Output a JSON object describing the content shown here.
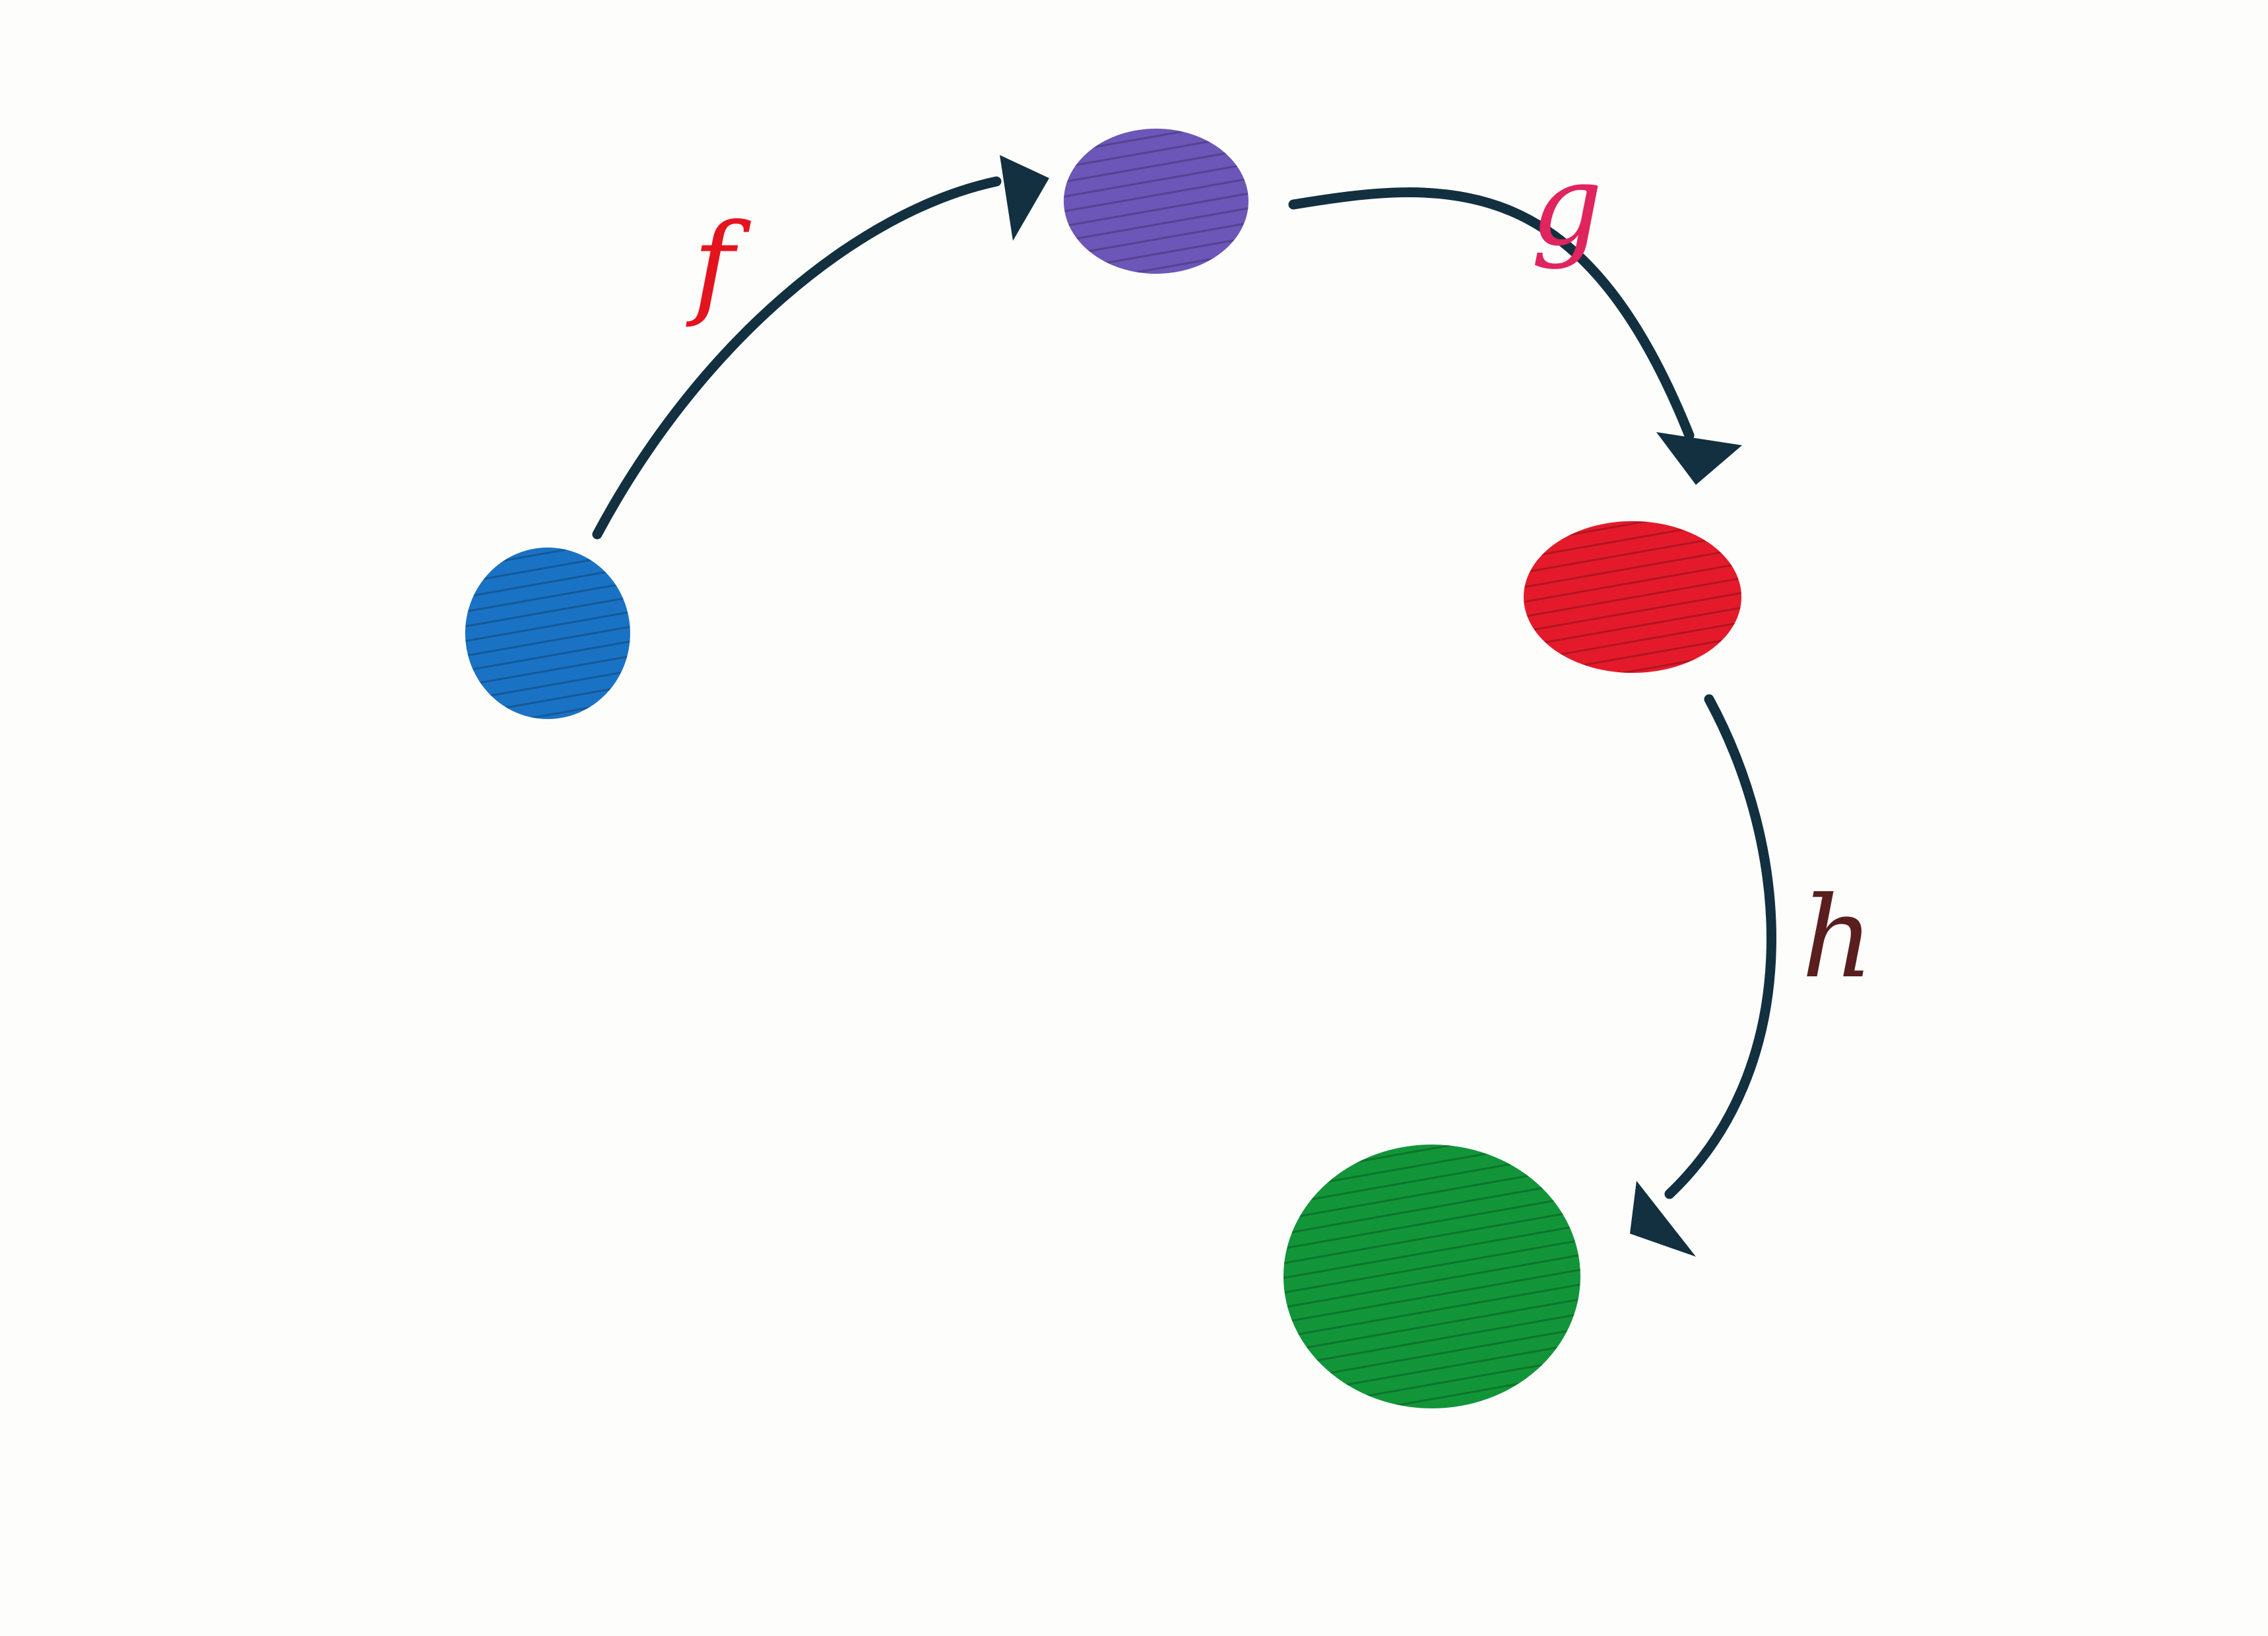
{
  "diagram": {
    "nodes": [
      {
        "id": "node-blue",
        "color": "#1a72c4"
      },
      {
        "id": "node-purple",
        "color": "#6c56b8"
      },
      {
        "id": "node-red",
        "color": "#e41a2a"
      },
      {
        "id": "node-green",
        "color": "#119538"
      }
    ],
    "edges": [
      {
        "from": "node-blue",
        "to": "node-purple",
        "label": "f",
        "label_color": "#e4141f"
      },
      {
        "from": "node-purple",
        "to": "node-red",
        "label": "g",
        "label_color": "#e0245e"
      },
      {
        "from": "node-red",
        "to": "node-green",
        "label": "h",
        "label_color": "#5a1e1e"
      }
    ],
    "arrow_color": "#12303f"
  }
}
